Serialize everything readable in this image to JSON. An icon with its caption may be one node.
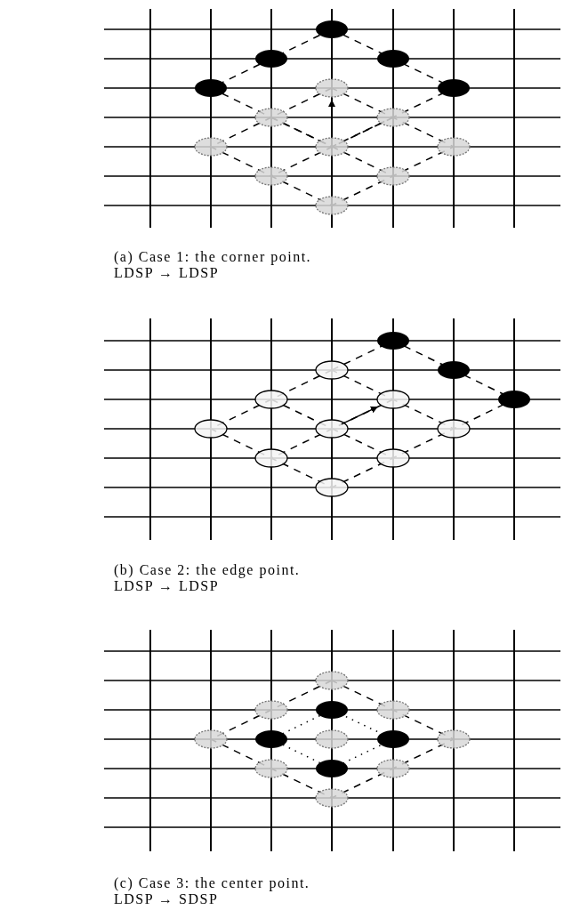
{
  "diagram": {
    "labels": [
      "(a) Case 1: the corner point.",
      "LDSP → LDSP",
      "(b) Case 2: the edge point.",
      "LDSP → LDSP",
      "(c) Case 3: the center point.",
      "LDSP → SDSP"
    ]
  }
}
